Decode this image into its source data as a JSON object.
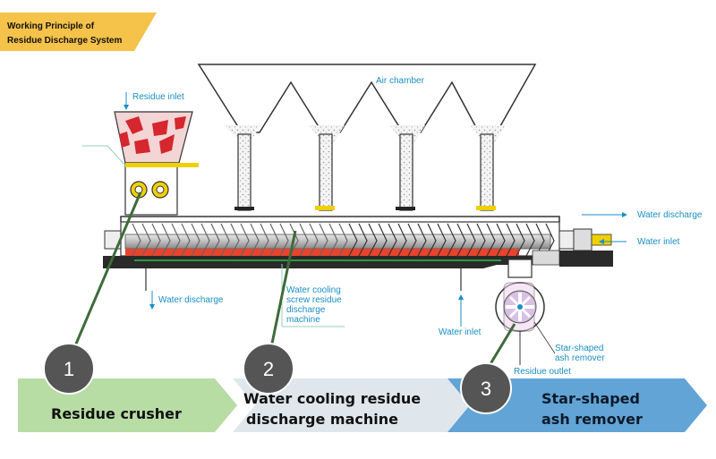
{
  "title": [
    "Working Principle of",
    "Residue Discharge System"
  ],
  "labels": {
    "residue_inlet": "Residue inlet",
    "air_chamber": "Air chamber",
    "water_discharge_right": "Water discharge",
    "water_inlet_right": "Water inlet",
    "water_discharge_left": "Water discharge",
    "water_cooling": [
      "Water cooling",
      "screw residue",
      "discharge",
      "machine"
    ],
    "water_inlet_bottom": "Water inlet",
    "star_shaped": [
      "Star-shaped",
      "ash remover"
    ],
    "residue_outlet": "Residue outlet"
  },
  "steps": [
    {
      "number": "1",
      "label": [
        "Residue crusher"
      ],
      "color": "#b7dca4"
    },
    {
      "number": "2",
      "label": [
        "Water cooling residue",
        "discharge machine"
      ],
      "color": "#dfe7ec"
    },
    {
      "number": "3",
      "label": [
        "Star-shaped",
        "ash remover"
      ],
      "color": "#62a4d6"
    }
  ],
  "colors": {
    "title_banner": "#f5c24a",
    "label_blue": "#1a8fc4",
    "leader_green": "#3e6b3a",
    "number_circle": "#555555"
  }
}
